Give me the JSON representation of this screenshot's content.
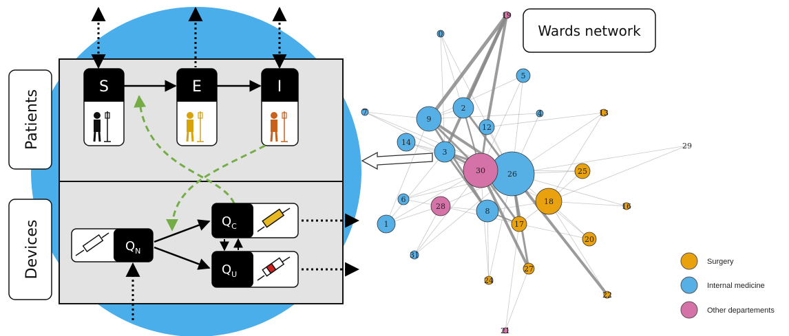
{
  "colors": {
    "surgery": "#E9A20E",
    "internal_medicine": "#56B0E6",
    "other": "#D572A8",
    "big_circle": "#4AAEEB",
    "panel": "#E3E3E3",
    "flow_dash": "#74AD45"
  },
  "left": {
    "patients_label": "Patients",
    "devices_label": "Devices",
    "states": {
      "s": "S",
      "e": "E",
      "i": "I"
    },
    "queues": {
      "n": {
        "main": "Q",
        "sub": "N"
      },
      "c": {
        "main": "Q",
        "sub": "C"
      },
      "u": {
        "main": "Q",
        "sub": "U"
      }
    }
  },
  "network": {
    "title": "Wards network",
    "nodes": [
      {
        "id": "0",
        "label": "0",
        "type": "internal_medicine"
      },
      {
        "id": "1",
        "label": "1",
        "type": "internal_medicine"
      },
      {
        "id": "2",
        "label": "2",
        "type": "internal_medicine"
      },
      {
        "id": "3",
        "label": "3",
        "type": "internal_medicine"
      },
      {
        "id": "4",
        "label": "4",
        "type": "internal_medicine"
      },
      {
        "id": "5",
        "label": "5",
        "type": "internal_medicine"
      },
      {
        "id": "6",
        "label": "6",
        "type": "internal_medicine"
      },
      {
        "id": "7",
        "label": "7",
        "type": "internal_medicine"
      },
      {
        "id": "8",
        "label": "8",
        "type": "internal_medicine"
      },
      {
        "id": "9",
        "label": "9",
        "type": "internal_medicine"
      },
      {
        "id": "12",
        "label": "12",
        "type": "internal_medicine"
      },
      {
        "id": "14",
        "label": "14",
        "type": "internal_medicine"
      },
      {
        "id": "26",
        "label": "26",
        "type": "internal_medicine"
      },
      {
        "id": "31",
        "label": "31",
        "type": "internal_medicine"
      },
      {
        "id": "17",
        "label": "17",
        "type": "surgery"
      },
      {
        "id": "18",
        "label": "18",
        "type": "surgery"
      },
      {
        "id": "20",
        "label": "20",
        "type": "surgery"
      },
      {
        "id": "24",
        "label": "24",
        "type": "surgery"
      },
      {
        "id": "25",
        "label": "25",
        "type": "surgery"
      },
      {
        "id": "27",
        "label": "27",
        "type": "surgery"
      },
      {
        "id": "16",
        "label": "16",
        "type": "surgery"
      },
      {
        "id": "13",
        "label": "13",
        "type": "surgery"
      },
      {
        "id": "22",
        "label": "22",
        "type": "surgery"
      },
      {
        "id": "28",
        "label": "28",
        "type": "other"
      },
      {
        "id": "30",
        "label": "30",
        "type": "other"
      },
      {
        "id": "19",
        "label": "19",
        "type": "other"
      },
      {
        "id": "21",
        "label": "21",
        "type": "other"
      },
      {
        "id": "29",
        "label": "29",
        "type": "none"
      }
    ]
  },
  "legend": [
    {
      "label": "Surgery",
      "color": "#E9A20E"
    },
    {
      "label": "Internal medicine",
      "color": "#56B0E6"
    },
    {
      "label": "Other departements",
      "color": "#D572A8"
    }
  ]
}
